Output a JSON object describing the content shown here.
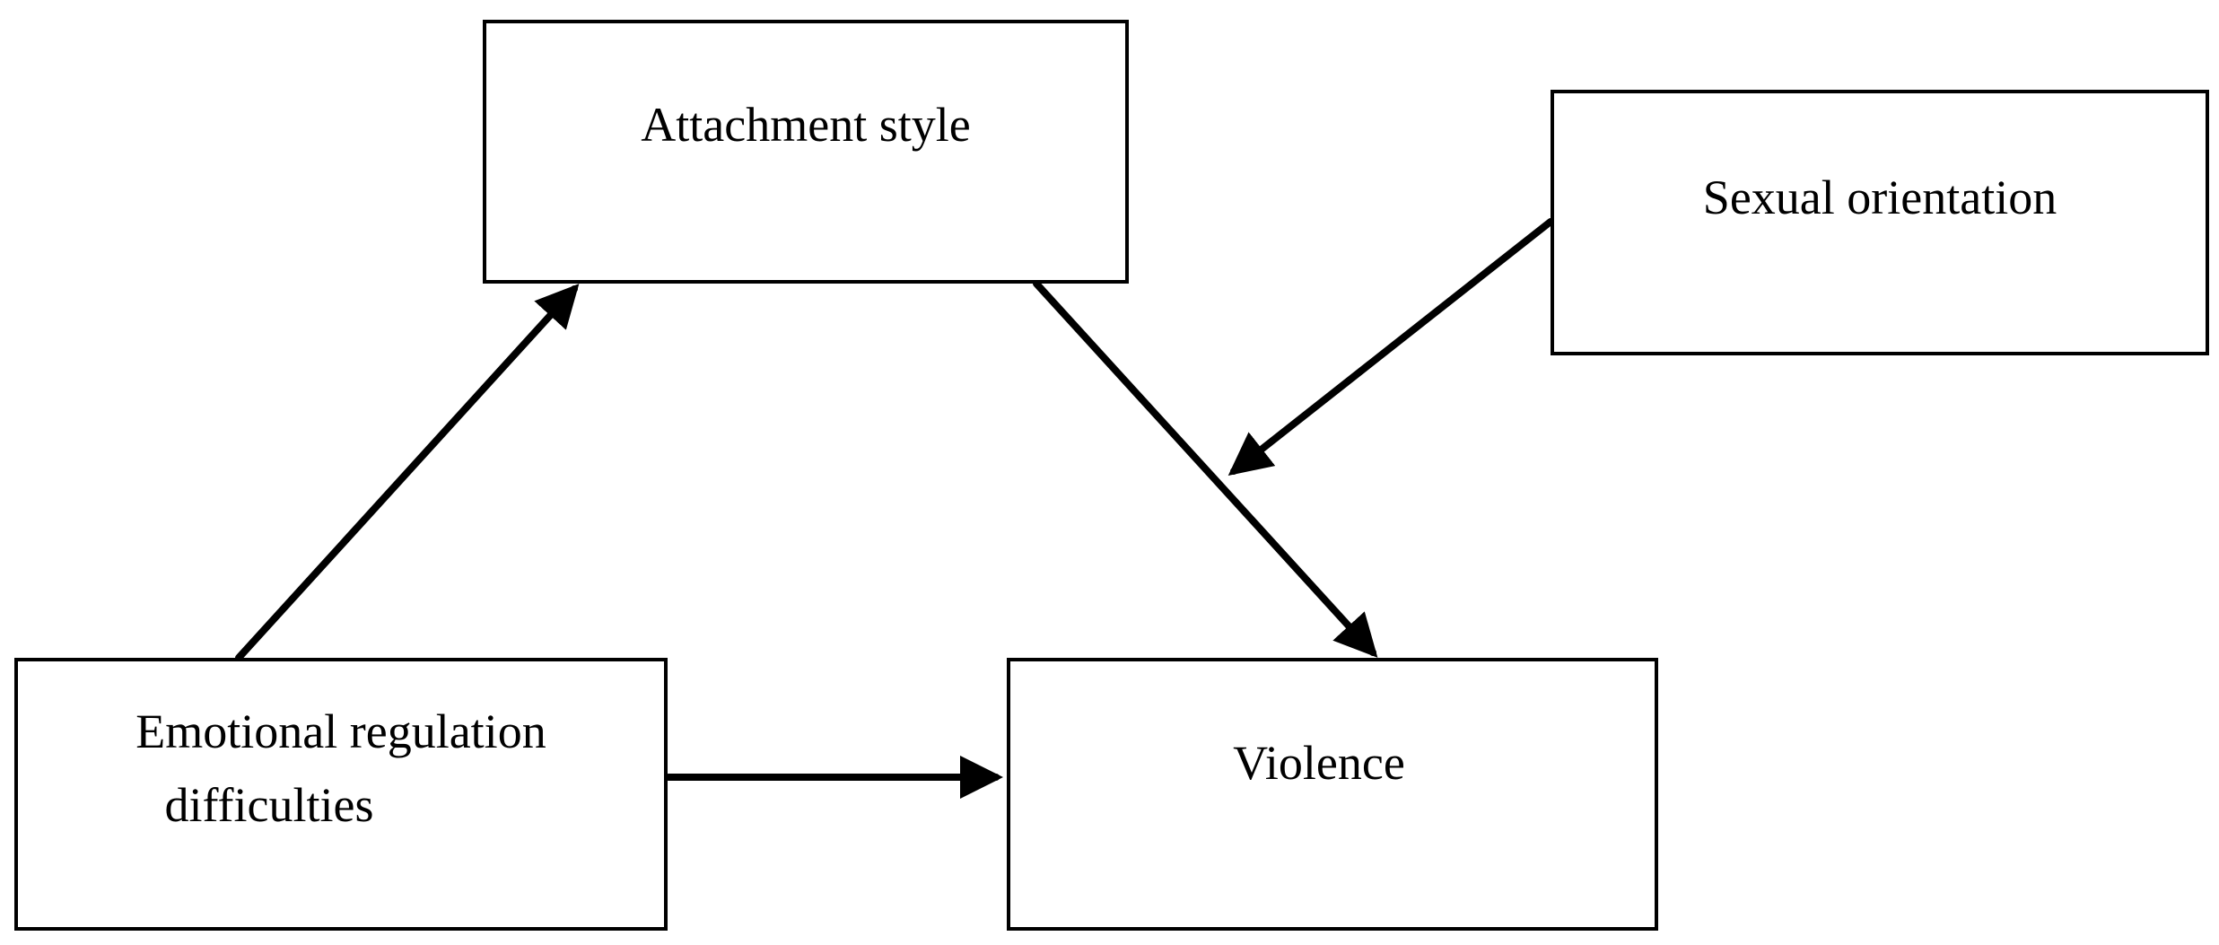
{
  "diagram": {
    "nodes": {
      "attachment_style": {
        "label": "Attachment style"
      },
      "sexual_orientation": {
        "label": "Sexual orientation"
      },
      "emotional_regulation": {
        "label_line1": "Emotional regulation",
        "label_line2": "difficulties"
      },
      "violence": {
        "label": "Violence"
      }
    },
    "edges": [
      {
        "from": "emotional_regulation",
        "to": "attachment_style"
      },
      {
        "from": "attachment_style",
        "to": "violence"
      },
      {
        "from": "emotional_regulation",
        "to": "violence"
      },
      {
        "from": "sexual_orientation",
        "to": "attachment_style-violence path (moderation)"
      }
    ],
    "colors": {
      "stroke": "#000000",
      "background": "#ffffff"
    }
  }
}
